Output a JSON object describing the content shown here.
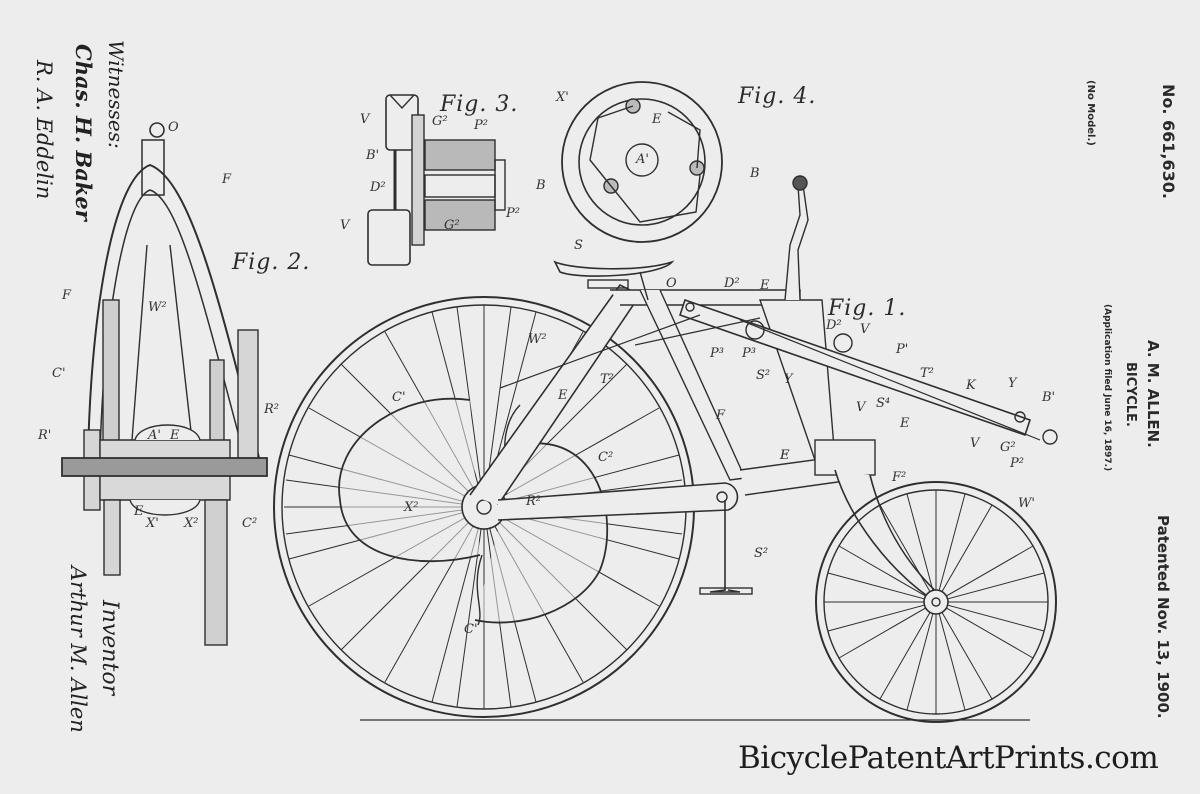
{
  "patent": {
    "number": "No. 661,630.",
    "model_note": "(No Model.)",
    "inventor_name": "A. M. ALLEN.",
    "title": "BICYCLE.",
    "application_note": "(Application filed June 16, 1897.)",
    "patented_date": "Patented Nov. 13, 1900."
  },
  "signatures": {
    "witnesses_label": "Witnesses:",
    "witness_1": "Chas. H. Baker",
    "witness_2": "R. A. Eddelin",
    "inventor_label": "Inventor",
    "inventor_signature": "Arthur M. Allen"
  },
  "figures": [
    {
      "label": "Fig. 1."
    },
    {
      "label": "Fig. 2."
    },
    {
      "label": "Fig. 3."
    },
    {
      "label": "Fig. 4."
    }
  ],
  "reference_letters": {
    "fig2": [
      "O",
      "F",
      "F",
      "W²",
      "C'",
      "R'",
      "R²",
      "A'",
      "E",
      "E",
      "X'",
      "X²",
      "C²"
    ],
    "fig3": [
      "V",
      "G²",
      "P²",
      "B'",
      "D²",
      "V",
      "G²",
      "P²"
    ],
    "fig4": [
      "X'",
      "E",
      "A'",
      "B",
      "B"
    ],
    "fig1": [
      "S",
      "O",
      "D²",
      "E",
      "D²",
      "V",
      "W²",
      "P³",
      "P³",
      "P'",
      "T²",
      "K",
      "Y",
      "B'",
      "S²",
      "Y",
      "S⁴",
      "V",
      "E",
      "C'",
      "E",
      "T²",
      "F",
      "F",
      "E",
      "C²",
      "X²",
      "R²",
      "G²",
      "V",
      "P²",
      "F²",
      "W'",
      "S²",
      "C'"
    ]
  },
  "watermark": "BicyclePatentArtPrints.com"
}
